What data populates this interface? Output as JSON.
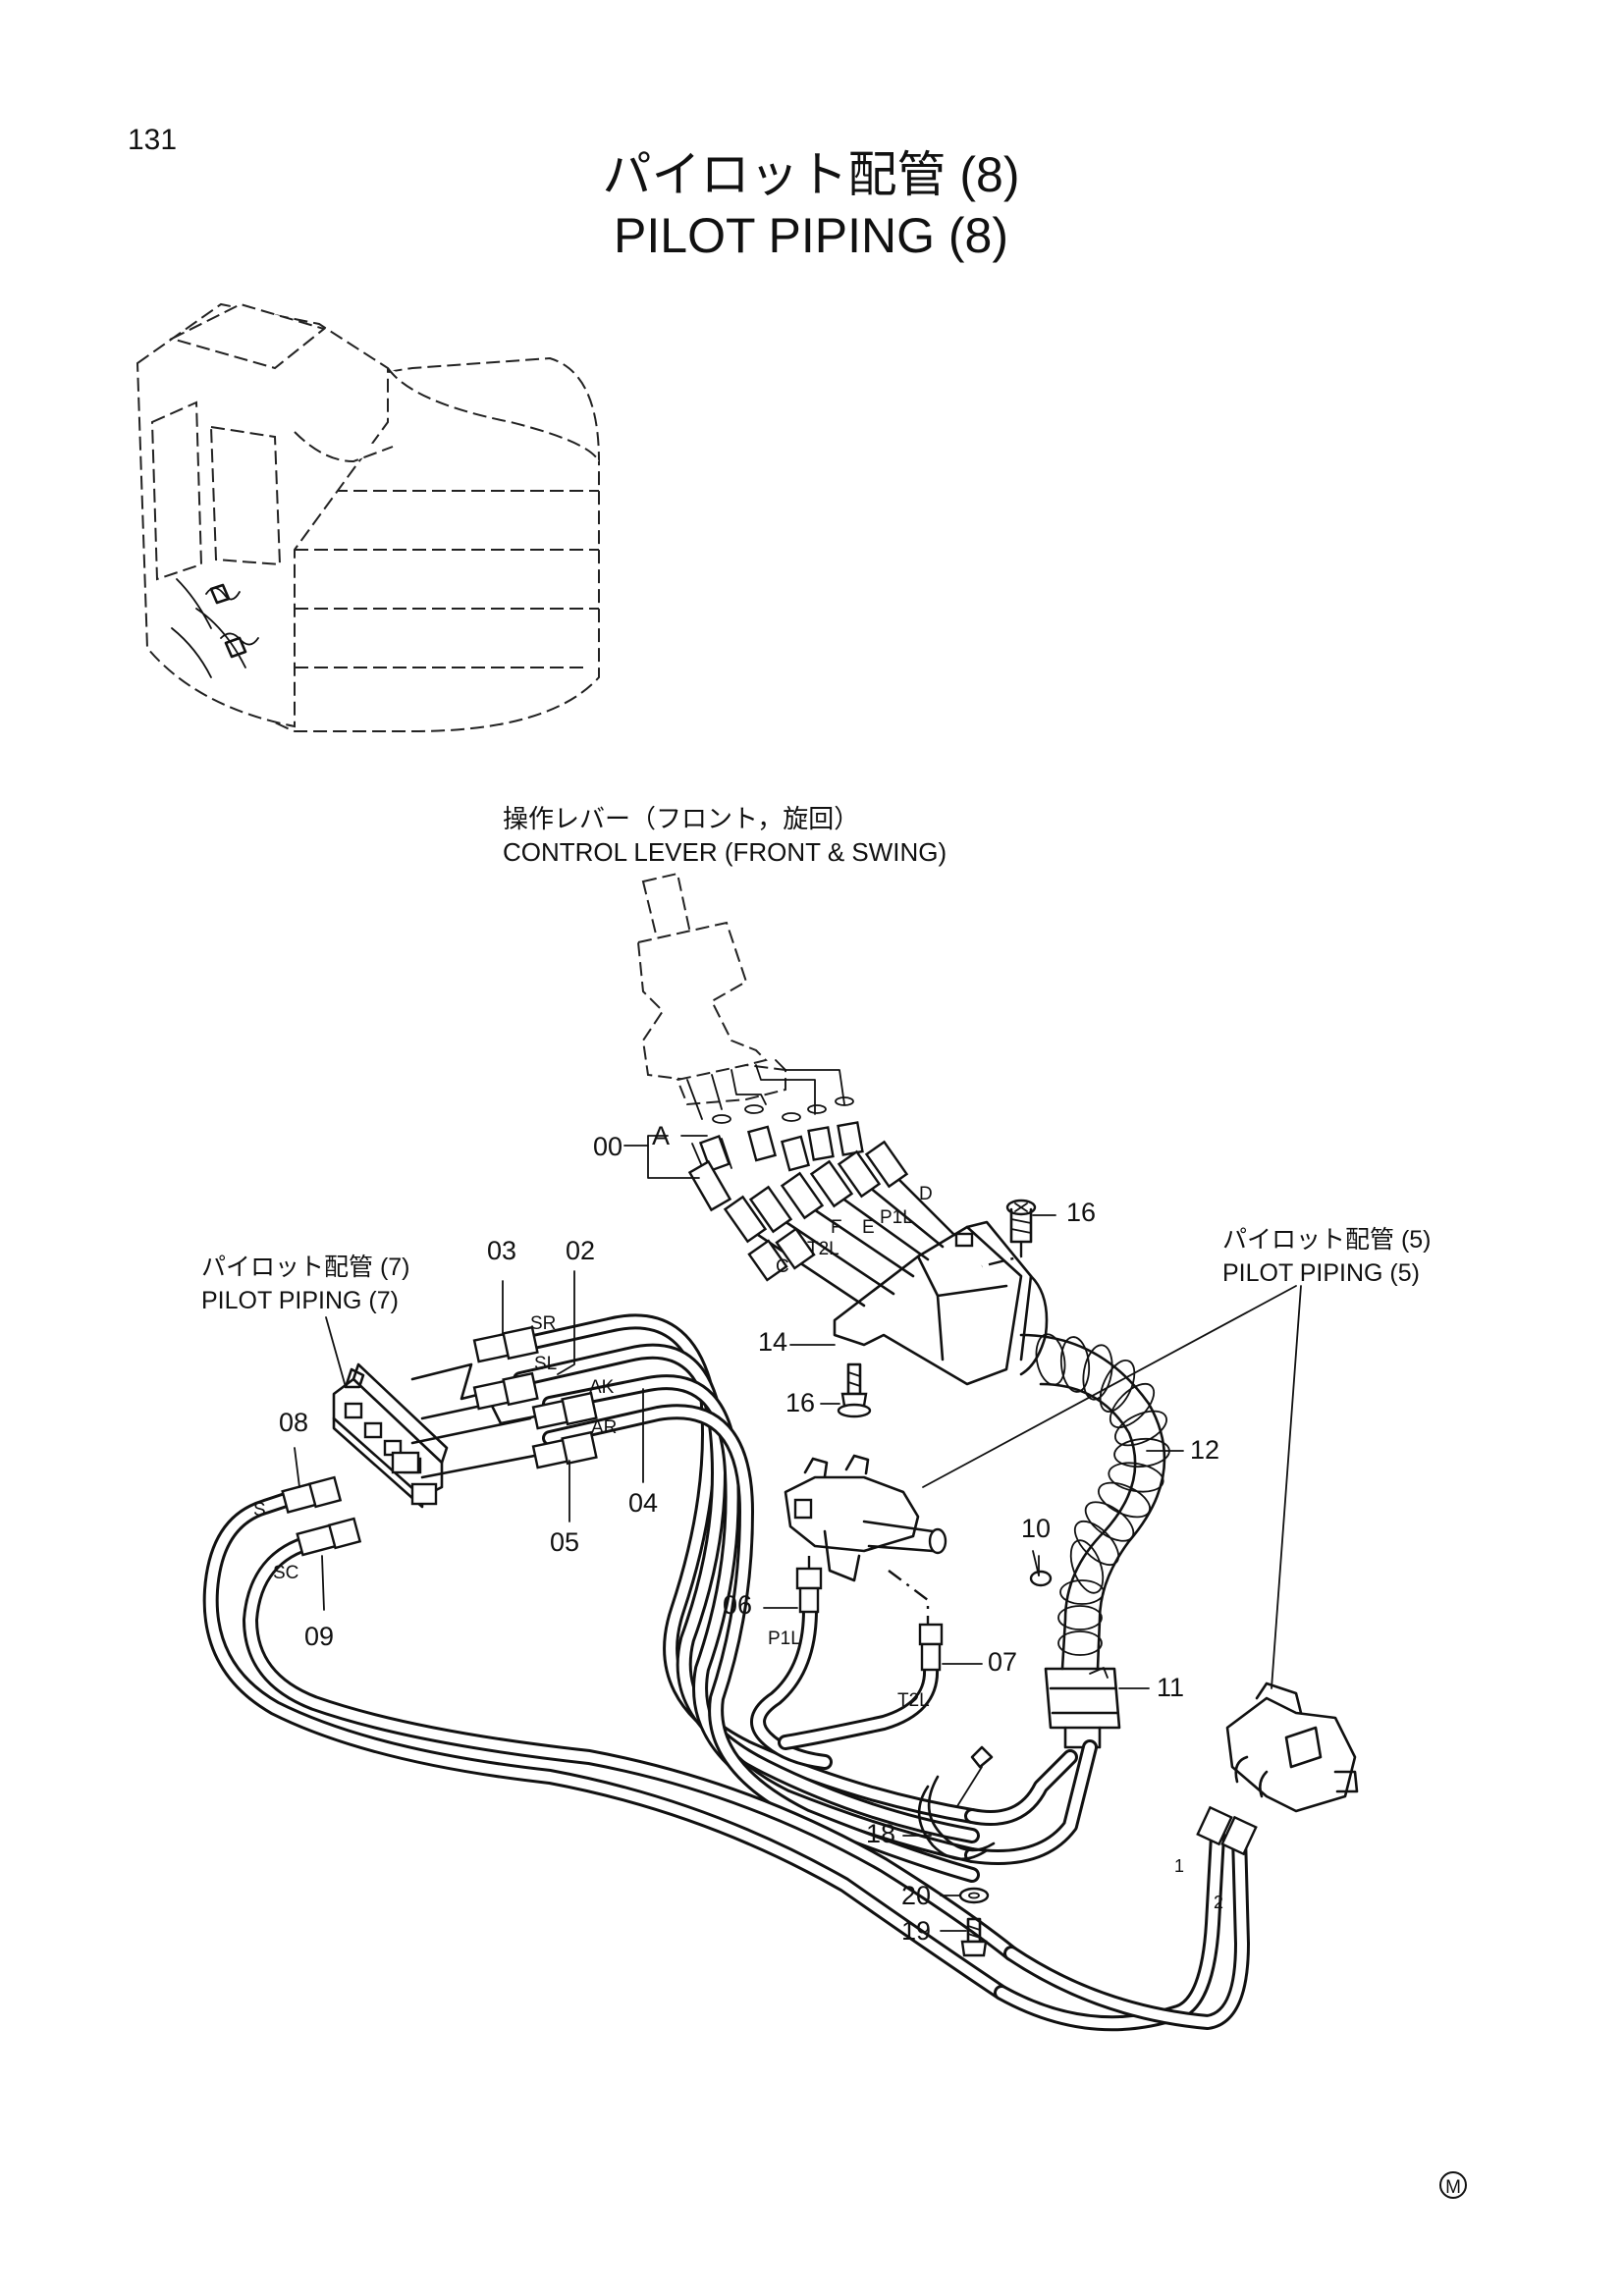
{
  "page_number": "131",
  "title_jp": "パイロット配管 (8)",
  "title_en": "PILOT PIPING (8)",
  "control_lever": {
    "jp": "操作レバー（フロント，旋回）",
    "en": "CONTROL LEVER (FRONT & SWING)"
  },
  "pilot_piping_7": {
    "jp": "パイロット配管 (7)",
    "en": "PILOT PIPING (7)"
  },
  "pilot_piping_5": {
    "jp": "パイロット配管 (5)",
    "en": "PILOT PIPING (5)"
  },
  "callouts": {
    "c00": "00",
    "c02": "02",
    "c03": "03",
    "c04": "04",
    "c05": "05",
    "c06": "06",
    "c07": "07",
    "c08": "08",
    "c09": "09",
    "c10": "10",
    "c11": "11",
    "c12": "12",
    "c14": "14",
    "c16a": "16",
    "c16b": "16",
    "c18": "18",
    "c19": "19",
    "c20": "20",
    "c1": "1",
    "c2": "2"
  },
  "port_labels": {
    "A": "A",
    "C": "C",
    "T2L": "T2L",
    "F": "F",
    "E": "E",
    "P1L": "P1L",
    "D": "D",
    "SR": "SR",
    "SL": "SL",
    "AK": "AK",
    "AR": "AR",
    "S": "S",
    "SC": "SC",
    "P1L_low": "P1L",
    "T2L_low": "T2L"
  },
  "corner_mark": "M"
}
